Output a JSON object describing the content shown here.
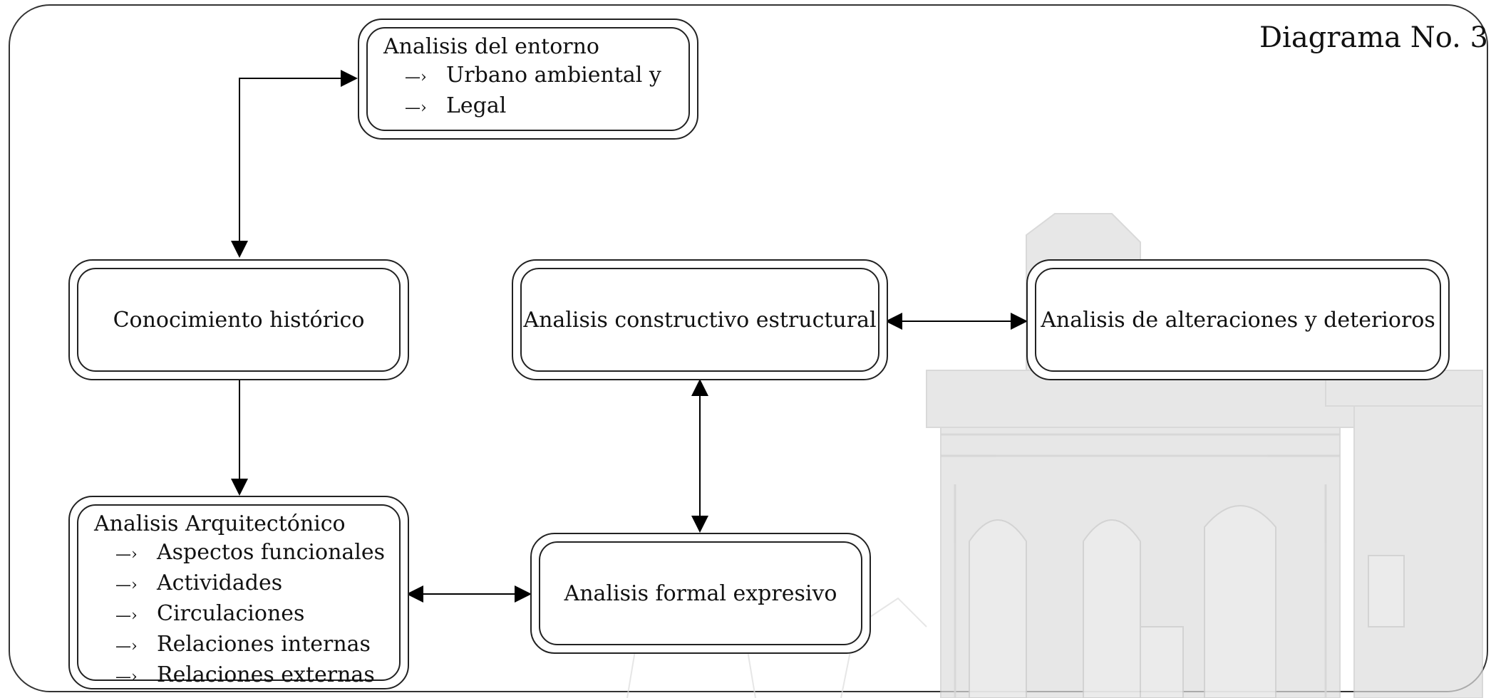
{
  "diagram_title": "Diagrama No. 3",
  "list_arrow": "—›",
  "nodes": {
    "entorno": {
      "title": "Analisis del entorno",
      "items": [
        "Urbano ambiental y",
        "Legal"
      ]
    },
    "historico": {
      "title": "Conocimiento histórico"
    },
    "constructivo": {
      "title": "Analisis constructivo estructural"
    },
    "alteraciones": {
      "title": "Analisis de alteraciones y deterioros"
    },
    "arquitectonico": {
      "title": "Analisis Arquitectónico",
      "items": [
        "Aspectos funcionales",
        "Actividades",
        "Circulaciones",
        "Relaciones internas",
        "Relaciones externas"
      ]
    },
    "formal": {
      "title": "Analisis formal expresivo"
    }
  },
  "edges": [
    {
      "from": "historico",
      "to": "entorno",
      "direction": "both"
    },
    {
      "from": "historico",
      "to": "arquitectonico",
      "direction": "forward"
    },
    {
      "from": "arquitectonico",
      "to": "formal",
      "direction": "both"
    },
    {
      "from": "constructivo",
      "to": "formal",
      "direction": "both"
    },
    {
      "from": "constructivo",
      "to": "alteraciones",
      "direction": "both"
    }
  ]
}
